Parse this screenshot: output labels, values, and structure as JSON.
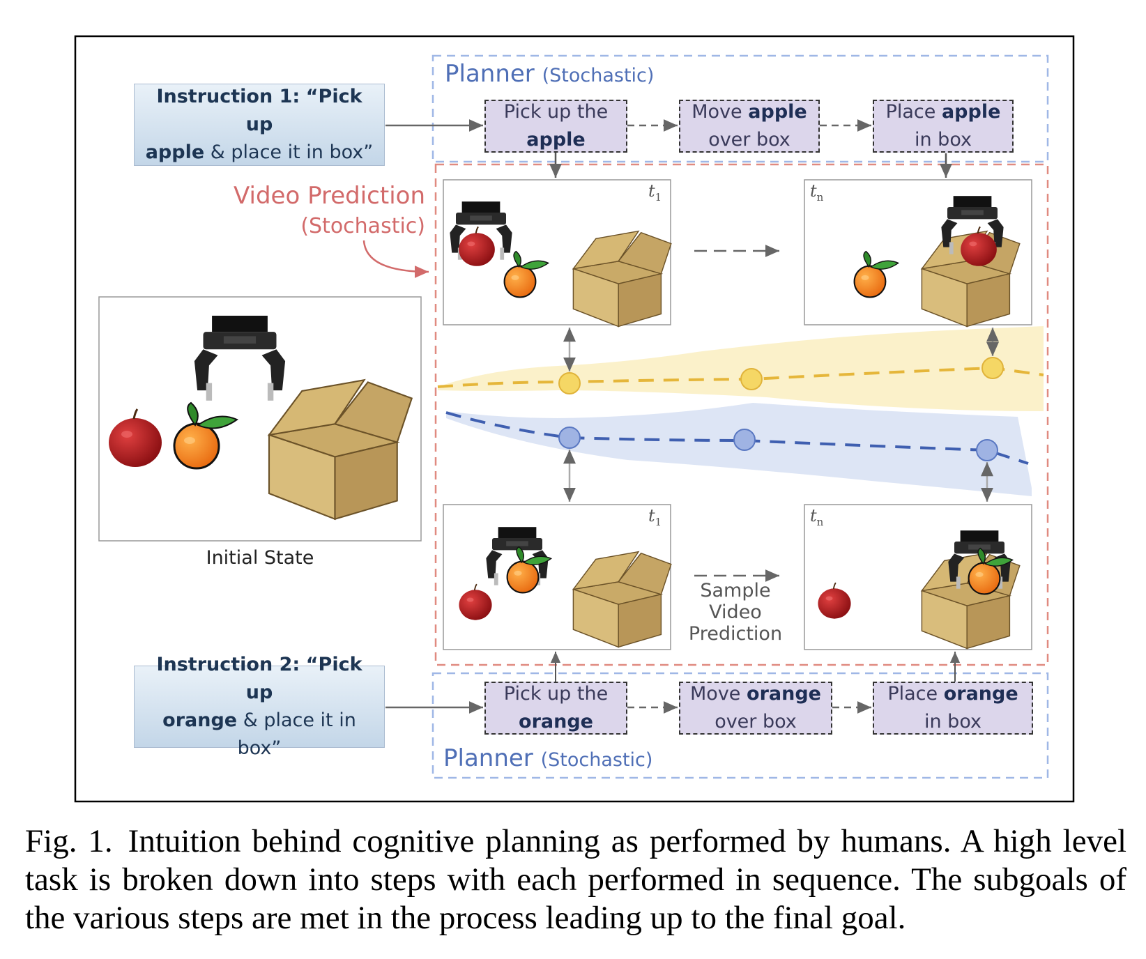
{
  "planner_top": {
    "title": "Planner",
    "qualifier": "(Stochastic)"
  },
  "planner_bottom": {
    "title": "Planner",
    "qualifier": "(Stochastic)"
  },
  "instruction1": {
    "prefix": "Instruction 1:",
    "quote_open": "“Pick up",
    "object": "apple",
    "rest": "& place it in box”"
  },
  "instruction2": {
    "prefix": "Instruction 2:",
    "quote_open": "“Pick up",
    "object": "orange",
    "rest": "& place it in box”"
  },
  "steps_top": [
    {
      "line1": "Pick up the",
      "bold": "apple",
      "line2_after": ""
    },
    {
      "line1_pre": "Move ",
      "bold": "apple",
      "line2": "over box"
    },
    {
      "line1_pre": "Place ",
      "bold": "apple",
      "line2": "in box"
    }
  ],
  "steps_bottom": [
    {
      "line1": "Pick up the",
      "bold": "orange"
    },
    {
      "line1_pre": "Move ",
      "bold": "orange",
      "line2": "over box"
    },
    {
      "line1_pre": "Place ",
      "bold": "orange",
      "line2": "in box"
    }
  ],
  "video_prediction": {
    "title": "Video Prediction",
    "qualifier": "(Stochastic)"
  },
  "time_labels": {
    "t1": "t",
    "t1_sub": "1",
    "tn": "t",
    "tn_sub": "n"
  },
  "initial_state_label": "Initial State",
  "sample_label": {
    "line1": "Sample",
    "line2": "Video",
    "line3": "Prediction"
  },
  "colors": {
    "planner_blue": "#4f6fb6",
    "video_red": "#d26a6a",
    "yellow_band": "#fbefc4",
    "yellow_line": "#e5b63a",
    "blue_band": "#dbe4f4",
    "blue_line": "#3f5fb0",
    "step_fill": "#dcd6eb"
  },
  "caption": {
    "label": "Fig. 1.",
    "text": "Intuition behind cognitive planning as performed by humans. A high level task is broken down into steps with each performed in sequence. The subgoals of the various steps are met in the process leading up to the final goal."
  }
}
